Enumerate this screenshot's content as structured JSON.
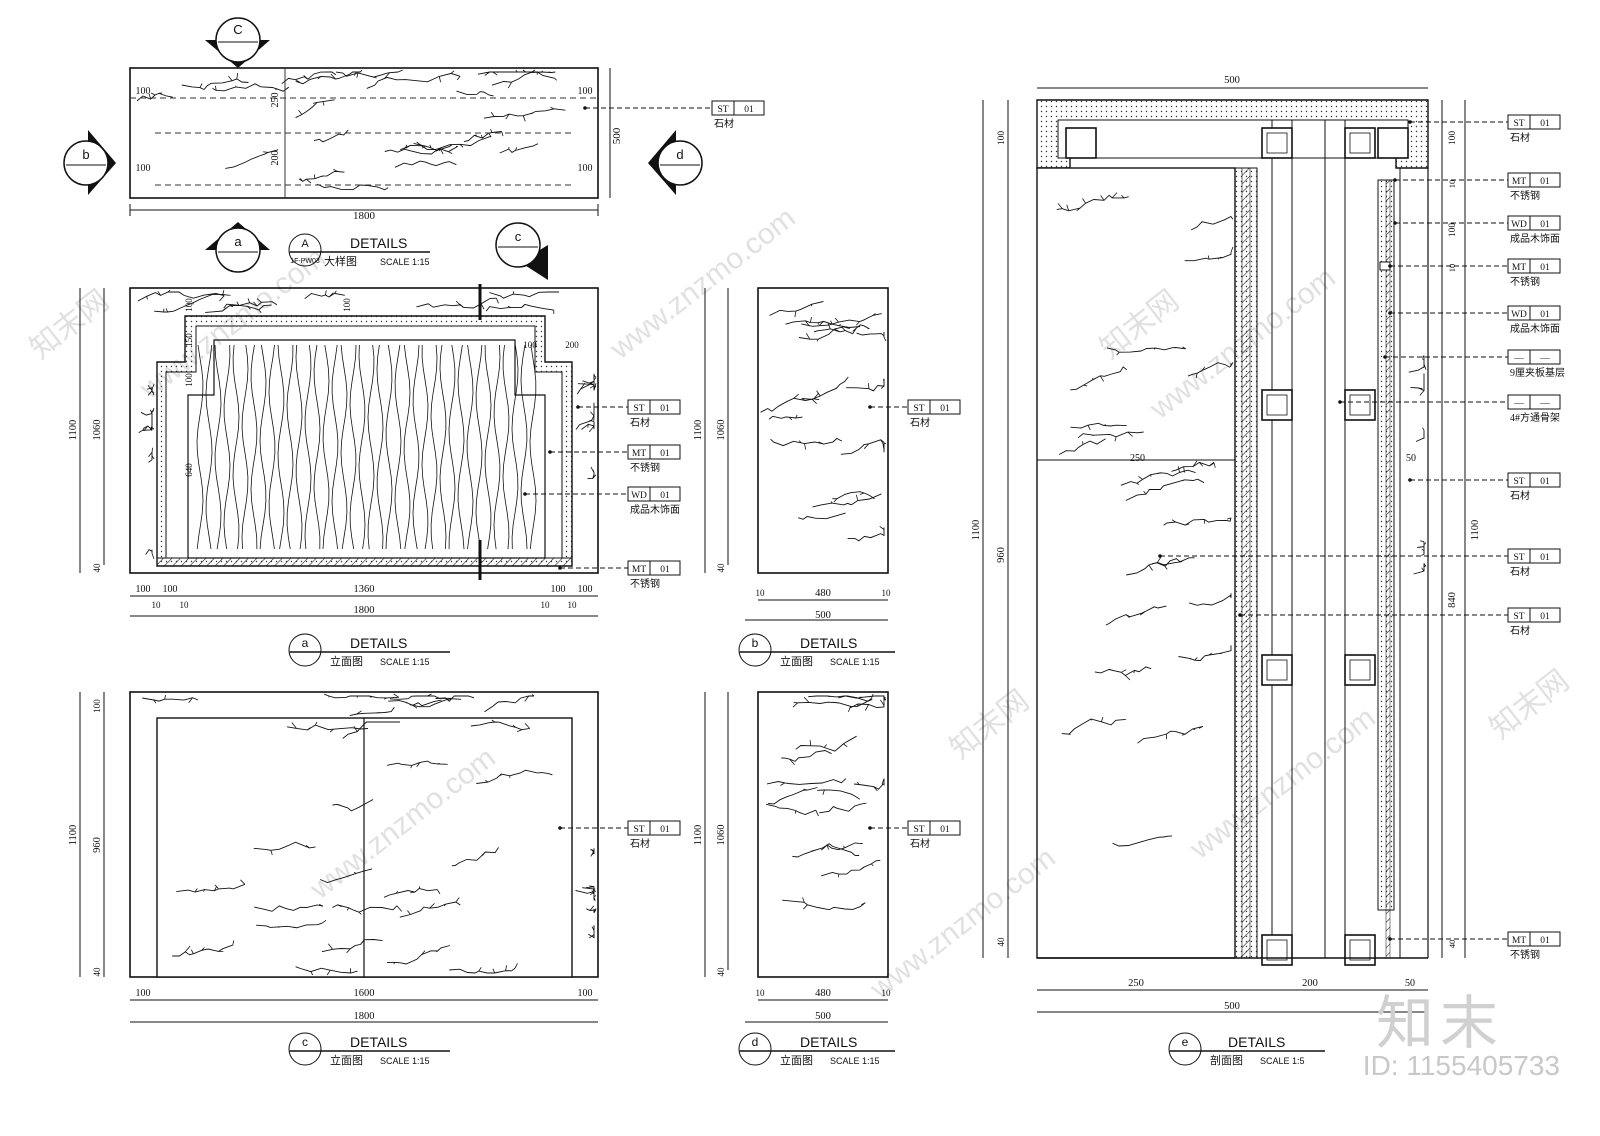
{
  "sheet": {
    "watermark_logo": "知末",
    "watermark_id": "ID: 1155405733",
    "watermark_site": "www.znzmo.com",
    "watermark_brand": "知末网"
  },
  "tags": {
    "st_code": "ST",
    "st_num": "01",
    "st_name": "石材",
    "mt_code": "MT",
    "mt_num": "01",
    "mt_name": "不锈钢",
    "wd_code": "WD",
    "wd_num": "01",
    "wd_name": "成品木饰面",
    "ply_code": "—",
    "ply_num": "—",
    "ply_name": "9厘夹板基层",
    "frame_code": "—",
    "frame_num": "—",
    "frame_name": "4#方通骨架"
  },
  "titles": {
    "plan": {
      "mark": "A",
      "ref": "1F-PW03",
      "heading": "DETAILS",
      "subtitle": "大样图",
      "scale": "SCALE  1:15"
    },
    "a": {
      "mark": "a",
      "heading": "DETAILS",
      "subtitle": "立面图",
      "scale": "SCALE  1:15"
    },
    "b": {
      "mark": "b",
      "heading": "DETAILS",
      "subtitle": "立面图",
      "scale": "SCALE  1:15"
    },
    "c": {
      "mark": "c",
      "heading": "DETAILS",
      "subtitle": "立面图",
      "scale": "SCALE  1:15"
    },
    "d": {
      "mark": "d",
      "heading": "DETAILS",
      "subtitle": "立面图",
      "scale": "SCALE  1:15"
    },
    "e": {
      "mark": "e",
      "heading": "DETAILS",
      "subtitle": "剖面图",
      "scale": "SCALE  1:5"
    }
  },
  "markers": {
    "a": "a",
    "b": "b",
    "c": "c",
    "d": "d",
    "e": "e",
    "C": "C"
  },
  "dims": {
    "plan": {
      "w": "1800",
      "h": "500",
      "l1": "100",
      "l2": "100",
      "r1": "100",
      "r2": "100",
      "m1": "250",
      "m2": "200"
    },
    "a": {
      "total": "1800",
      "mid": "1360",
      "s100": "100",
      "s10": "10",
      "h1100": "1100",
      "h1060": "1060",
      "h40": "40",
      "i100": "100",
      "i200": "200",
      "i640": "640",
      "i150": "150"
    },
    "b": {
      "total": "500",
      "mid": "480",
      "s10": "10",
      "h1100": "1100",
      "h1060": "1060",
      "h40": "40"
    },
    "c": {
      "total": "1800",
      "mid": "1600",
      "s100": "100",
      "h1100": "1100",
      "h960": "960",
      "h100": "100",
      "h40": "40"
    },
    "d": {
      "total": "500",
      "mid": "480",
      "s10": "10",
      "h1100": "1100",
      "h1060": "1060",
      "h40": "40"
    },
    "e": {
      "top": "500",
      "bottom": "500",
      "b250": "250",
      "b200": "200",
      "b50": "50",
      "h1100": "1100",
      "h960": "960",
      "h100": "100",
      "h40": "40",
      "r1100": "1100",
      "r840": "840",
      "r100": "100",
      "r10": "10",
      "i250": "250",
      "i50": "50"
    }
  }
}
